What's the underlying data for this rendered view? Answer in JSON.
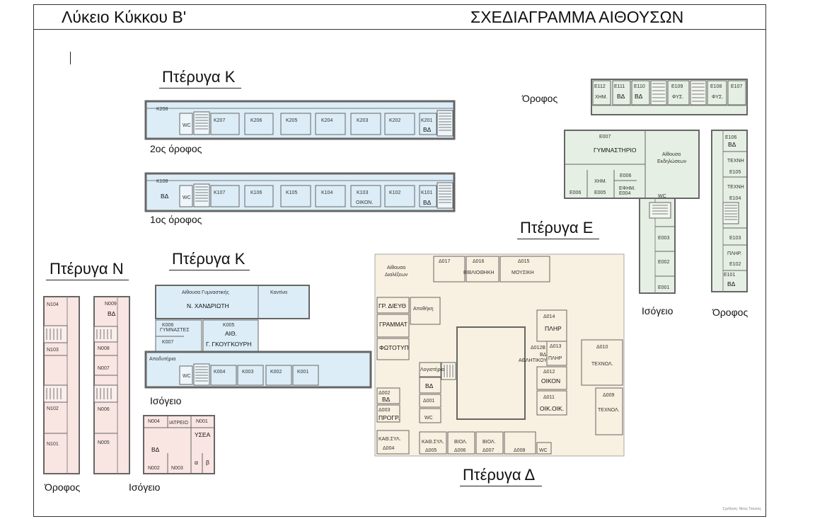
{
  "header": {
    "school_name": "Λύκειο Κύκκου Β'",
    "plan_title": "ΣΧΕΔΙΑΓΡΑΜΜΑ ΑΙΘΟΥΣΩΝ"
  },
  "wings": {
    "k_upper": "Πτέρυγα Κ",
    "k_ground": "Πτέρυγα Κ",
    "n": "Πτέρυγα Ν",
    "e": "Πτέρυγα Ε",
    "d": "Πτέρυγα Δ"
  },
  "floor_labels": {
    "k_second": "2ος όροφος",
    "k_first": "1ος όροφος",
    "k_ground": "Ισόγειο",
    "n_upper": "Όροφος",
    "n_ground": "Ισόγειο",
    "e_upper": "Όροφος",
    "e_ground": "Ισόγειο",
    "e_right_upper": "Όροφος"
  },
  "credit": "Σχεδίαση: Νίκος Τσιώτας",
  "colors": {
    "k": "#dcedf7",
    "n": "#f9e5e1",
    "e": "#e6efe4",
    "d": "#f8f0e0",
    "wall": "#666666",
    "wall_fill": "#f0f0f0"
  },
  "rooms": {
    "k2_k208": "K208",
    "k2_wc": "WC",
    "k2_k207": "K207",
    "k2_k206": "K206",
    "k2_k205": "K205",
    "k2_k204": "K204",
    "k2_k203": "K203",
    "k2_k202": "K202",
    "k2_k201": "K201",
    "k2_k201_sub": "ΒΔ",
    "k1_k108": "K108",
    "k1_k108_sub": "ΒΔ",
    "k1_wc": "WC",
    "k1_k107": "K107",
    "k1_k106": "K106",
    "k1_k105": "K105",
    "k1_k104": "K104",
    "k1_k103": "K103",
    "k1_k103_sub": "ΟΙΚΟΝ.",
    "k1_k102": "K102",
    "k1_k101": "K101",
    "k1_k101_sub": "ΒΔ",
    "kg_gym_hall": "Αίθουσα Γυμναστικής",
    "kg_gym_name": "Ν. ΧΑΝΔΡΙΩΤΗ",
    "kg_canteen": "Καντίνα",
    "kg_k006": "K006",
    "kg_k006_sub": "ΓΥΜΝΑΣΤΕΣ",
    "kg_k005": "K005",
    "kg_k005_sub1": "ΑΙΘ.",
    "kg_k005_sub2": "Γ. ΓΚΟΥΓΚΟΥΡΗ",
    "kg_k007": "K007",
    "kg_changing": "Αποδυτήρια",
    "kg_wc": "WC",
    "kg_k004": "K004",
    "kg_k003": "K003",
    "kg_k002": "K002",
    "kg_k001": "K001",
    "nu_n104": "N104",
    "nu_n103": "N103",
    "nu_n102": "N102",
    "nu_n101": "N101",
    "ng_n009": "N009",
    "ng_n009_sub": "ΒΔ",
    "ng_n008": "N008",
    "ng_n007": "N007",
    "ng_n006": "N006",
    "ng_n005": "N005",
    "nb_n004": "N004",
    "nb_iatreio": "ΙΑΤΡΕΙΟ",
    "nb_n001": "N001",
    "nb_ysea": "ΥΣΕΑ",
    "nb_bd": "ΒΔ",
    "nb_n002": "N002",
    "nb_n003": "N003",
    "nb_alpha": "α",
    "nb_beta": "β",
    "eu_e112": "E112",
    "eu_e112_sub": "ΧΗΜ.",
    "eu_e111": "E111",
    "eu_e111_sub": "ΒΔ",
    "eu_e110": "E110",
    "eu_e110_sub": "ΒΔ",
    "eu_e109": "E109",
    "eu_e109_sub": "ΦΥΣ.",
    "eu_e108": "E108",
    "eu_e108_sub": "ΦΥΣ.",
    "eu_e107": "E107",
    "eg_e007": "E007",
    "eg_gym": "ΓΥΜΝΑΣΤΗΡΙΟ",
    "eg_hall1": "Αίθουσα",
    "eg_hall2": "Εκδηλώσεων",
    "eg_chem": "ΧΗΜ.",
    "eg_e006b": "E006",
    "eg_efim": "ΕΦΗΜ.",
    "eg_e006": "E006",
    "eg_e005": "E005",
    "eg_e004": "E004",
    "eg_wc": "WC",
    "eg_e003": "E003",
    "eg_e002": "E002",
    "eg_e001": "E001",
    "er_e106": "E106",
    "er_e106_sub": "ΒΔ",
    "er_techni1": "ΤΕΧΝΗ",
    "er_e105": "E105",
    "er_techni2": "ΤΕΧΝΗ",
    "er_e104": "E104",
    "er_e103": "E103",
    "er_plir": "ΠΛΗΡ.",
    "er_e102": "E102",
    "er_e101": "E101",
    "er_e101_sub": "ΒΔ",
    "d_lecture1": "Αίθουσα",
    "d_lecture2": "Διαλέξεων",
    "d_d017": "Δ017",
    "d_d016": "Δ016",
    "d_library": "ΒΙΒΛΙΟΘΗΚΗ",
    "d_d015": "Δ015",
    "d_music": "ΜΟΥΣΙΚΗ",
    "d_director": "ΓΡ. ΔΙΕΥΘ",
    "d_storage": "Αποθήκη",
    "d_secretary": "ΓΡΑΜΜΑΤ",
    "d_photocopy": "ΦΩΤΟΤΥΠ",
    "d_accounting": "Λογιστήριο",
    "d_bd": "ΒΔ",
    "d_d001": "Δ001",
    "d_wc": "WC",
    "d_d002": "Δ002",
    "d_d002_sub": "ΒΔ",
    "d_d003": "Δ003",
    "d_progr": "ΠΡΟΓΡ.",
    "d_kath": "ΚΑΘ.ΣΥΛ.",
    "d_d004": "Δ004",
    "d_kath2": "ΚΑΘ.ΣΥΛ.",
    "d_d005": "Δ005",
    "d_biol1": "ΒΙΟΛ.",
    "d_d006": "Δ006",
    "d_biol2": "ΒΙΟΛ.",
    "d_d007": "Δ007",
    "d_d008": "Δ008",
    "d_wc2": "WC",
    "d_d014": "Δ014",
    "d_plir": "ΠΛΗΡ",
    "d_d012b": "Δ012Β",
    "d_d012b_sub1": "ΒΔ",
    "d_d012b_sub2": "ΑΘΛΗΤΙΚΟΥ",
    "d_d013": "Δ013",
    "d_plir2": "ΠΛΗΡ",
    "d_d012": "Δ012",
    "d_oikon": "ΟΙΚΟΝ",
    "d_d011": "Δ011",
    "d_oikoik": "ΟΙΚ.ΟΙΚ.",
    "d_d010": "Δ010",
    "d_techn1": "ΤΕΧΝΟΛ.",
    "d_d009": "Δ009",
    "d_techn2": "ΤΕΧΝΟΛ."
  }
}
